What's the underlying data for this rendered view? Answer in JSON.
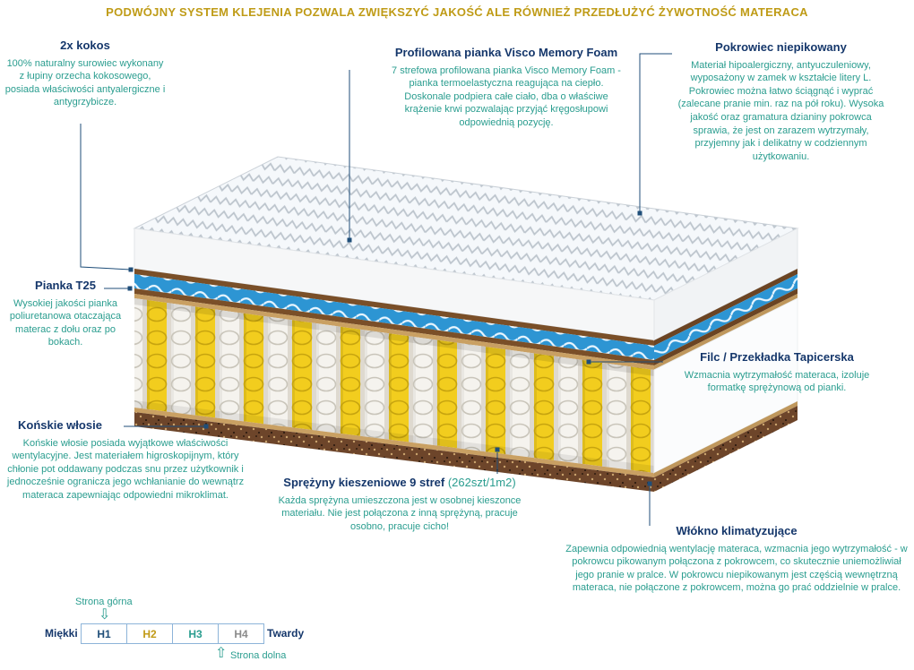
{
  "banner": {
    "text": "PODWÓJNY SYSTEM KLEJENIA POZWALA ZWIĘKSZYĆ JAKOŚĆ ALE RÓWNIEŻ PRZEDŁUŻYĆ ŻYWOTNOŚĆ MATERACA"
  },
  "annotations": {
    "kokos": {
      "title": "2x kokos",
      "body": "100% naturalny surowiec wykonany z łupiny orzecha kokosowego, posiada właściwości antyalergiczne i antygrzybicze."
    },
    "visco": {
      "title": "Profilowana pianka Visco Memory Foam",
      "body": "7 strefowa profilowana pianka Visco Memory Foam - pianka termoelastyczna reagująca na ciepło. Doskonale podpiera całe ciało, dba o właściwe krążenie krwi pozwalając przyjąć kręgosłupowi odpowiednią pozycję."
    },
    "pokrowiec": {
      "title": "Pokrowiec niepikowany",
      "body": "Materiał hipoalergiczny, antyuczuleniowy, wyposażony w zamek w kształcie litery L. Pokrowiec można łatwo ściągnąć i wyprać (zalecane pranie min. raz na pół roku). Wysoka jakość oraz gramatura dzianiny pokrowca sprawia, że jest on zarazem wytrzymały, przyjemny jak i delikatny w codziennym użytkowaniu."
    },
    "pianka_t25": {
      "title": "Pianka T25",
      "body": "Wysokiej jakości pianka poliuretanowa otaczająca materac z dołu oraz po bokach."
    },
    "konskie_wlosie": {
      "title": "Końskie włosie",
      "body": "Końskie włosie posiada wyjątkowe właściwości wentylacyjne. Jest materiałem higroskopijnym, który chłonie pot oddawany podczas snu przez użytkownik i jednocześnie ogranicza jego wchłanianie do wewnątrz materaca zapewniając odpowiedni mikroklimat."
    },
    "filc": {
      "title": "Filc / Przekładka Tapicerska",
      "body": "Wzmacnia wytrzymałość materaca, izoluje formatkę sprężynową od pianki."
    },
    "sprezyny": {
      "title": "Sprężyny kieszeniowe 9 stref",
      "title_suffix": "(262szt/1m2)",
      "body": "Każda sprężyna umieszczona jest w osobnej kieszonce materiału. Nie jest połączona z inną sprężyną, pracuje osobno, pracuje cicho!"
    },
    "wlokno": {
      "title": "Włókno klimatyzujące",
      "body": "Zapewnia odpowiednią wentylację materaca, wzmacnia jego wytrzymałość - w pokrowcu pikowanym połączona z pokrowcem, co skutecznie uniemożliwiał jego pranie w pralce. W pokrowcu niepikowanym jest częścią wewnętrzną materaca, nie połączone z pokrowcem, można go prać oddzielnie w pralce."
    }
  },
  "hardness_scale": {
    "top_label": "Strona górna",
    "bottom_label": "Strona dolna",
    "soft_label": "Miękki",
    "hard_label": "Twardy",
    "levels": [
      {
        "label": "H1",
        "color": "#1f4e79"
      },
      {
        "label": "H2",
        "color": "#c19a16"
      },
      {
        "label": "H3",
        "color": "#2a9d8f"
      },
      {
        "label": "H4",
        "color": "#8b8b8b"
      }
    ]
  },
  "colors": {
    "banner_gold": "#bf9b16",
    "heading_navy": "#15376b",
    "body_teal": "#2a9d8f",
    "leader_line": "#1f4e79",
    "spring_yellow": "#f2cd1e",
    "visco_blue": "#2d95d3",
    "coconut_brown": "#7a4f28",
    "base_brown": "#6d452a"
  }
}
